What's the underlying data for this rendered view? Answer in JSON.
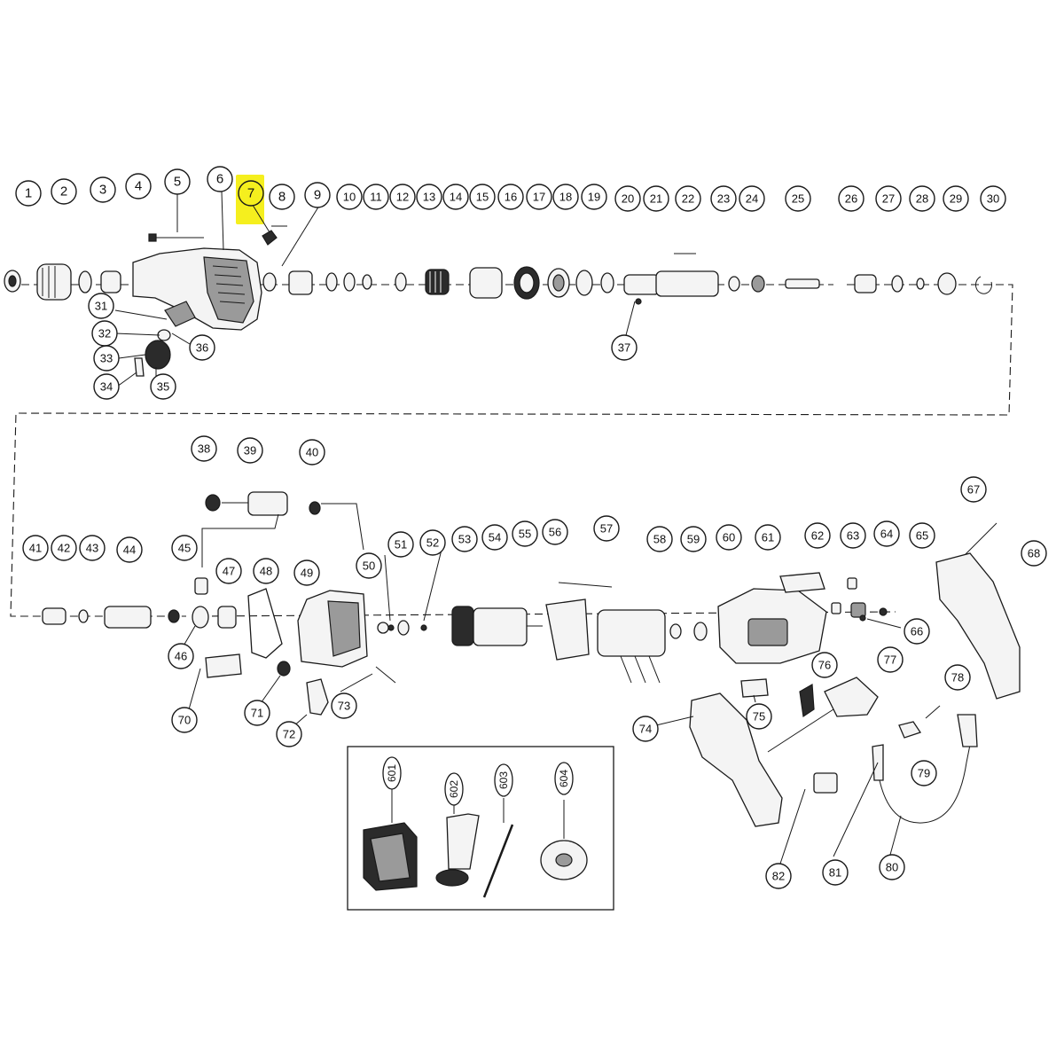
{
  "diagram": {
    "highlight_color": "#f5ef1e",
    "highlighted_part": "7",
    "callouts": [
      "1",
      "2",
      "3",
      "4",
      "5",
      "6",
      "7",
      "8",
      "9",
      "10",
      "11",
      "12",
      "13",
      "14",
      "15",
      "16",
      "17",
      "18",
      "19",
      "20",
      "21",
      "22",
      "23",
      "24",
      "25",
      "26",
      "27",
      "28",
      "29",
      "30",
      "31",
      "32",
      "33",
      "34",
      "35",
      "36",
      "37",
      "38",
      "39",
      "40",
      "41",
      "42",
      "43",
      "44",
      "45",
      "46",
      "47",
      "48",
      "49",
      "50",
      "51",
      "52",
      "53",
      "54",
      "55",
      "56",
      "57",
      "58",
      "59",
      "60",
      "61",
      "62",
      "63",
      "64",
      "65",
      "66",
      "67",
      "68",
      "70",
      "71",
      "72",
      "73",
      "74",
      "75",
      "76",
      "77",
      "78",
      "79",
      "80",
      "81",
      "82"
    ],
    "accessory_callouts": [
      "601",
      "602",
      "603",
      "604"
    ]
  }
}
